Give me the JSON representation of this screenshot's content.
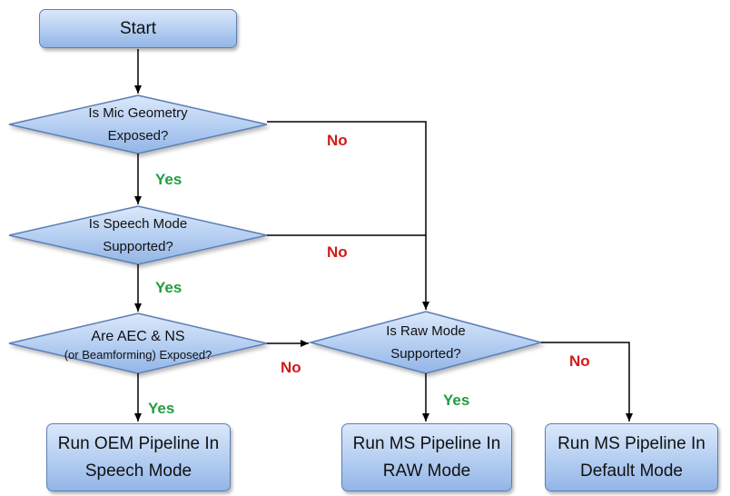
{
  "colors": {
    "node_fill_top": "#dbe8fa",
    "node_fill_bottom": "#93b5e6",
    "node_border": "#5b7fb5",
    "connector": "#000000",
    "yes": "#1f9e3d",
    "no": "#d11a1a"
  },
  "nodes": {
    "start": "Start",
    "decision_mic_geometry": {
      "line1": "Is Mic Geometry",
      "line2": "Exposed?"
    },
    "decision_speech_mode": {
      "line1": "Is Speech Mode",
      "line2": "Supported?"
    },
    "decision_aec_ns": {
      "line1": "Are AEC & NS",
      "line2": "(or Beamforming) Exposed?"
    },
    "decision_raw_mode": {
      "line1": "Is Raw Mode",
      "line2": "Supported?"
    },
    "result_oem_speech": {
      "line1": "Run OEM Pipeline In",
      "line2": "Speech Mode"
    },
    "result_ms_raw": {
      "line1": "Run MS Pipeline In",
      "line2": "RAW Mode"
    },
    "result_ms_default": {
      "line1": "Run MS Pipeline In",
      "line2": "Default Mode"
    }
  },
  "labels": {
    "mic_no": "No",
    "mic_yes": "Yes",
    "speech_no": "No",
    "speech_yes": "Yes",
    "aec_no": "No",
    "aec_yes": "Yes",
    "raw_no": "No",
    "raw_yes": "Yes"
  }
}
